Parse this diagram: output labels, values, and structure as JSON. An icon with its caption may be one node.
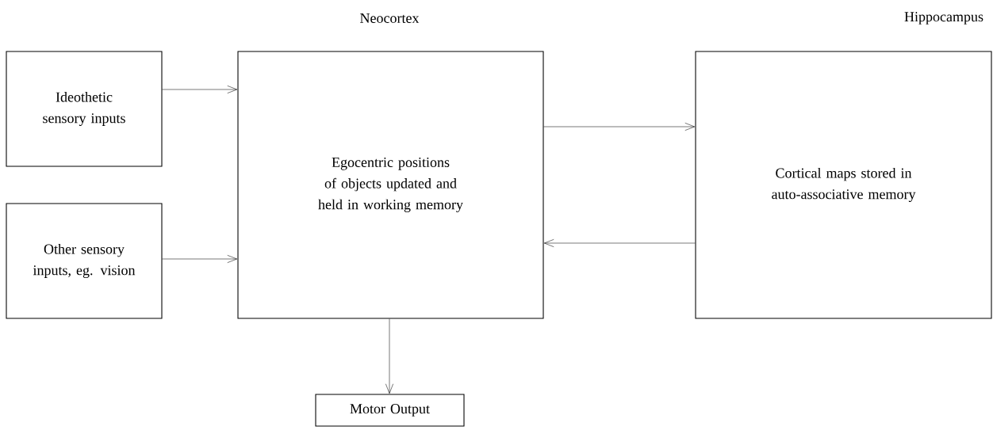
{
  "diagram": {
    "nodes": [
      {
        "text": [
          "Ideothetic sensory inputs"
        ]
      },
      {
        "text": [
          "Other sensory inputs, eg. vision"
        ]
      },
      {
        "text": [
          "Neocortex",
          "Egocentric positions of objects updated and held in working memory"
        ]
      },
      {
        "text": [
          "Hippocampus",
          "Cortical maps stored in auto-associative memory"
        ]
      },
      {
        "text": [
          "Motor Output"
        ]
      }
    ],
    "edges": [
      {
        "from": 0,
        "to": 2,
        "arrow": "to"
      },
      {
        "from": 1,
        "to": 2,
        "arrow": "to"
      },
      {
        "from": 2,
        "to": 3,
        "arrow": "to"
      },
      {
        "from": 3,
        "to": 2,
        "arrow": "to"
      },
      {
        "from": 2,
        "to": 4,
        "arrow": "to"
      }
    ]
  }
}
